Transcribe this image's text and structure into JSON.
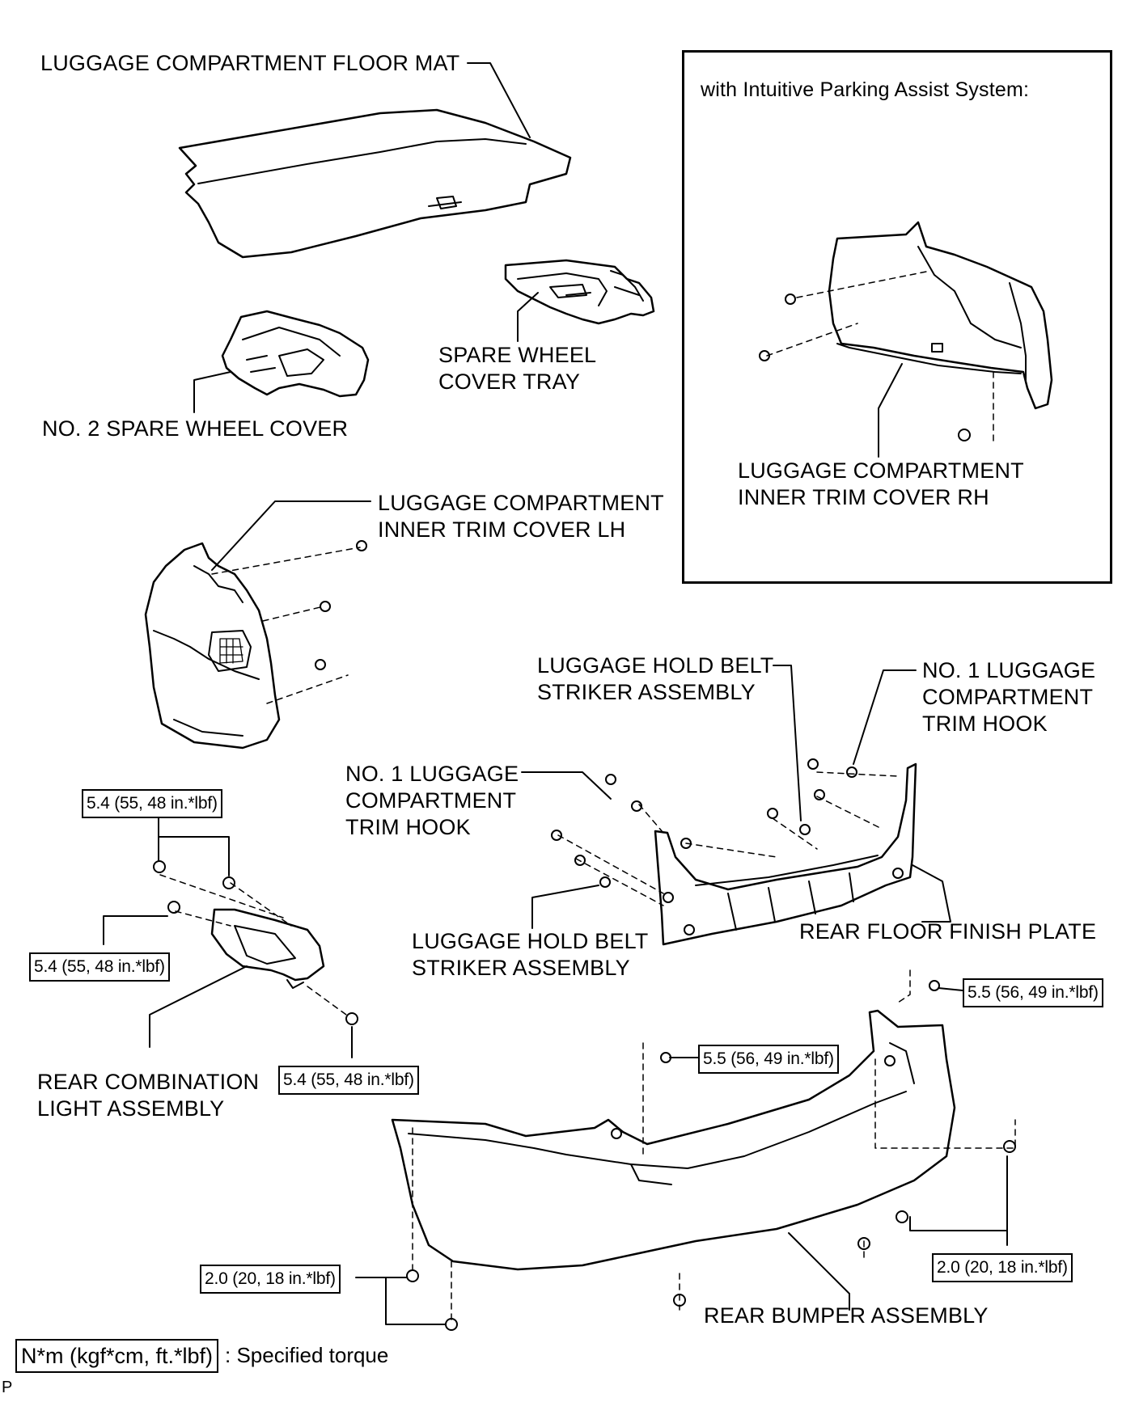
{
  "labels": {
    "floor_mat": "LUGGAGE COMPARTMENT FLOOR MAT",
    "spare_tray": "SPARE WHEEL\nCOVER TRAY",
    "spare_cover2": "NO. 2 SPARE WHEEL COVER",
    "inner_trim_lh": "LUGGAGE COMPARTMENT\nINNER TRIM COVER LH",
    "inset_caption": "with Intuitive Parking Assist System:",
    "inner_trim_rh": "LUGGAGE COMPARTMENT\nINNER TRIM COVER RH",
    "hold_belt_striker_top": "LUGGAGE HOLD BELT\nSTRIKER ASSEMBLY",
    "trim_hook_right": "NO. 1 LUGGAGE\nCOMPARTMENT\nTRIM HOOK",
    "trim_hook_left": "NO. 1 LUGGAGE\nCOMPARTMENT\nTRIM HOOK",
    "hold_belt_striker_bottom": "LUGGAGE HOLD BELT\nSTRIKER ASSEMBLY",
    "rear_floor_plate": "REAR FLOOR FINISH PLATE",
    "combination_light": "REAR COMBINATION\nLIGHT ASSEMBLY",
    "rear_bumper": "REAR BUMPER ASSEMBLY",
    "corner_mark": "P"
  },
  "torques": {
    "light_top": "5.4 (55, 48 in.*lbf)",
    "light_left": "5.4 (55, 48 in.*lbf)",
    "light_bottom": "5.4 (55, 48 in.*lbf)",
    "bumper_top_right": "5.5 (56, 49 in.*lbf)",
    "bumper_top_mid": "5.5 (56, 49 in.*lbf)",
    "bumper_bottom_left": "2.0 (20, 18 in.*lbf)",
    "bumper_bottom_right": "2.0 (20, 18 in.*lbf)"
  },
  "legend": {
    "unit": "N*m (kgf*cm, ft.*lbf)",
    "meaning": ": Specified torque"
  }
}
